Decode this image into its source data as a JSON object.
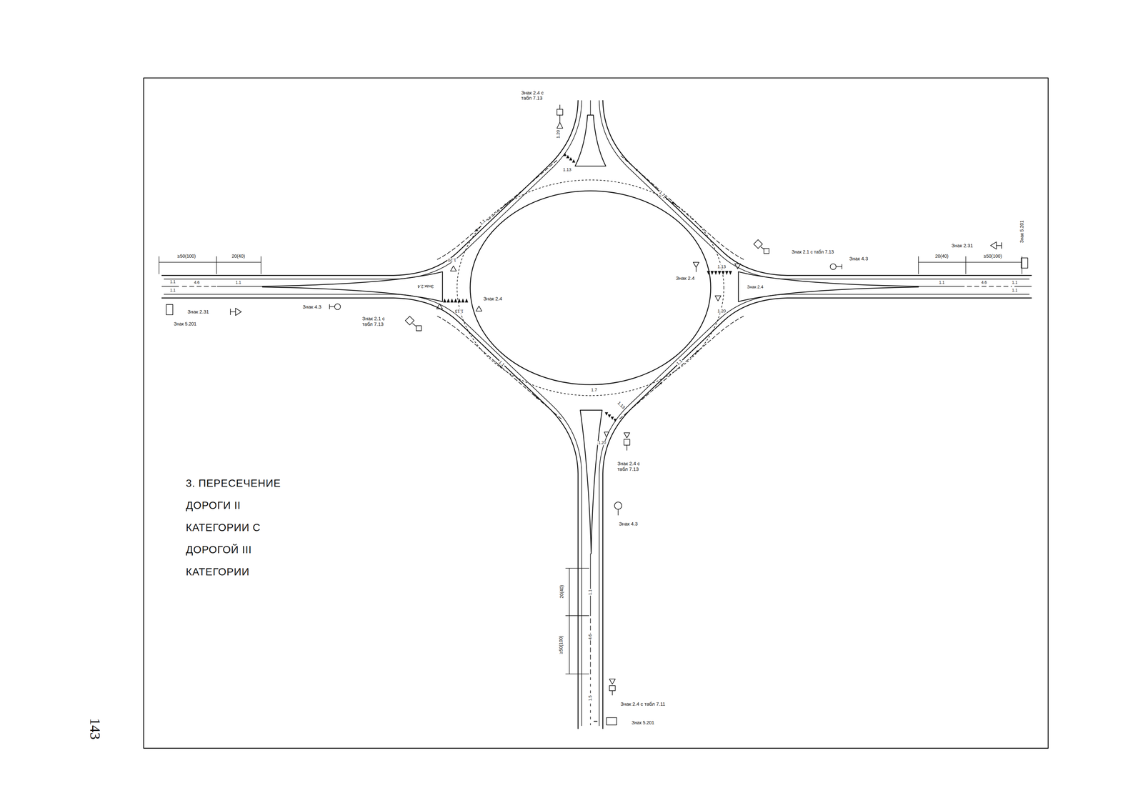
{
  "diagram": {
    "title": "3. ПЕРЕСЕЧЕНИЕ ДОРОГИ II КАТЕГОРИИ С ДОРОГОЙ III КАТЕГОРИИ",
    "labels": [
      "143",
      "Знак 2.4 с табл 7.13",
      "1.20",
      "1.13",
      "1.7",
      "1.1",
      "≥50(100)",
      "20(40)",
      "1.1",
      "4.6",
      "1.1",
      "1.1",
      "Знак 2.31",
      "Знак 5.201",
      "Знак 4.3",
      "Знак 2.1 с табл 7.13",
      "1.20",
      "Знак 2.4",
      "1.13",
      "Знак 2.4",
      "1.1",
      "1.7",
      "1.13",
      "1.20",
      "1.1",
      "Знак 2.4 с табл 7.13",
      "Знак 4.3",
      "20(40)",
      "1.1",
      "≥50(100)",
      "4.6",
      "1.5",
      "Знак 2.4 с табл 7.11",
      "Знак 5.201",
      "Знак 2.4",
      "1.13",
      "Знак 2.4",
      "1.20",
      "Знак 2.1 с табл 7.13",
      "Знак 4.3",
      "Знак 2.31",
      "Знак 5.201",
      "20(40)",
      "≥50(100)",
      "1.1",
      "4.6",
      "1.1",
      "1.1"
    ]
  }
}
